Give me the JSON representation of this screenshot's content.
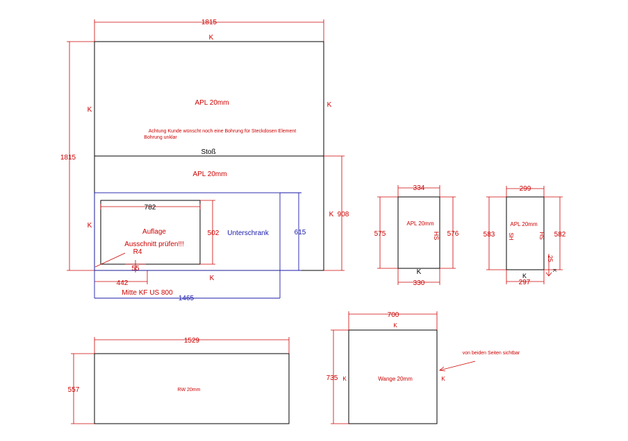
{
  "colors": {
    "line": "#000000",
    "dimension": "#cc0000",
    "cabinet": "#1a1aaa",
    "background": "#ffffff"
  },
  "main": {
    "width_top": "1815",
    "height_left": "1815",
    "edge_top": "K",
    "edge_left_upper": "K",
    "edge_right_upper": "K",
    "edge_left_lower": "K",
    "edge_right_lower": "K",
    "edge_bottom": "K",
    "upper_label": "APL 20mm",
    "note_line1": "Achtung Kunde wünscht noch eine Bohrung für Steckdosen Element",
    "note_line2": "Bohrung unklar",
    "joint_label": "Stoß",
    "lower_label": "APL 20mm",
    "height_right": "908",
    "cutout_width": "782",
    "cutout_height": "502",
    "cutout_label": "Auflage",
    "cutout_check": "Ausschnitt prüfen!!!",
    "radius": "R4",
    "offset_bottom": "55",
    "offset_left": "442",
    "cabinet_label": "Unterschrank",
    "cabinet_depth": "615",
    "cabinet_width": "1465",
    "sink_center": "Mitte KF US 800"
  },
  "panel_a": {
    "width_top": "334",
    "width_bottom": "330",
    "height_left": "575",
    "height_right": "576",
    "label": "APL 20mm",
    "edge_side": "HS",
    "edge_bottom": "K"
  },
  "panel_b": {
    "width_top": "299",
    "width_bottom": "297",
    "height_left": "583",
    "height_right": "582",
    "label": "APL 20mm",
    "edge_left": "SH",
    "edge_right": "HS",
    "edge_bottom": "K",
    "edge_right_small": "K",
    "offset": "25"
  },
  "rw": {
    "width": "1529",
    "height": "557",
    "label": "RW 20mm"
  },
  "wange": {
    "width": "700",
    "height": "735",
    "label": "Wange 20mm",
    "edge_top": "K",
    "edge_left": "K",
    "edge_right": "K",
    "note": "von beiden Seiten sichtbar"
  }
}
